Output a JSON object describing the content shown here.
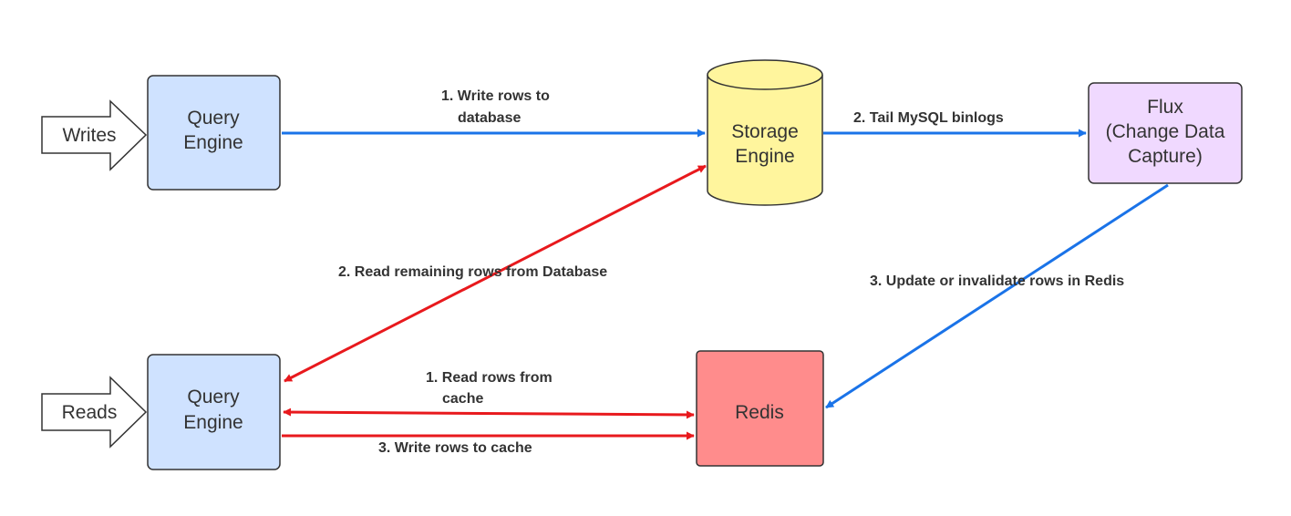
{
  "colors": {
    "query_engine_fill": "#cfe2ff",
    "storage_fill": "#fff59d",
    "flux_fill": "#f0d9ff",
    "redis_fill": "#ff8c8c",
    "write_path": "#1a73e8",
    "read_path": "#e8191d",
    "border": "#333333"
  },
  "nodes": {
    "writes_input": {
      "label": "Writes"
    },
    "reads_input": {
      "label": "Reads"
    },
    "query_engine_top": {
      "line1": "Query",
      "line2": "Engine"
    },
    "query_engine_bottom": {
      "line1": "Query",
      "line2": "Engine"
    },
    "storage_engine": {
      "line1": "Storage",
      "line2": "Engine"
    },
    "flux": {
      "line1": "Flux",
      "line2": "(Change Data",
      "line3": "Capture)"
    },
    "redis": {
      "label": "Redis"
    }
  },
  "edges": {
    "write_rows": {
      "line1": "1. Write rows to",
      "line2": "database"
    },
    "tail_binlogs": {
      "label": "2. Tail MySQL binlogs"
    },
    "update_redis": {
      "label": "3. Update or invalidate rows in Redis"
    },
    "read_remaining": {
      "label": "2. Read remaining rows from Database"
    },
    "read_cache": {
      "line1": "1. Read rows from",
      "line2": "cache"
    },
    "write_cache": {
      "label": "3. Write rows to cache"
    }
  }
}
